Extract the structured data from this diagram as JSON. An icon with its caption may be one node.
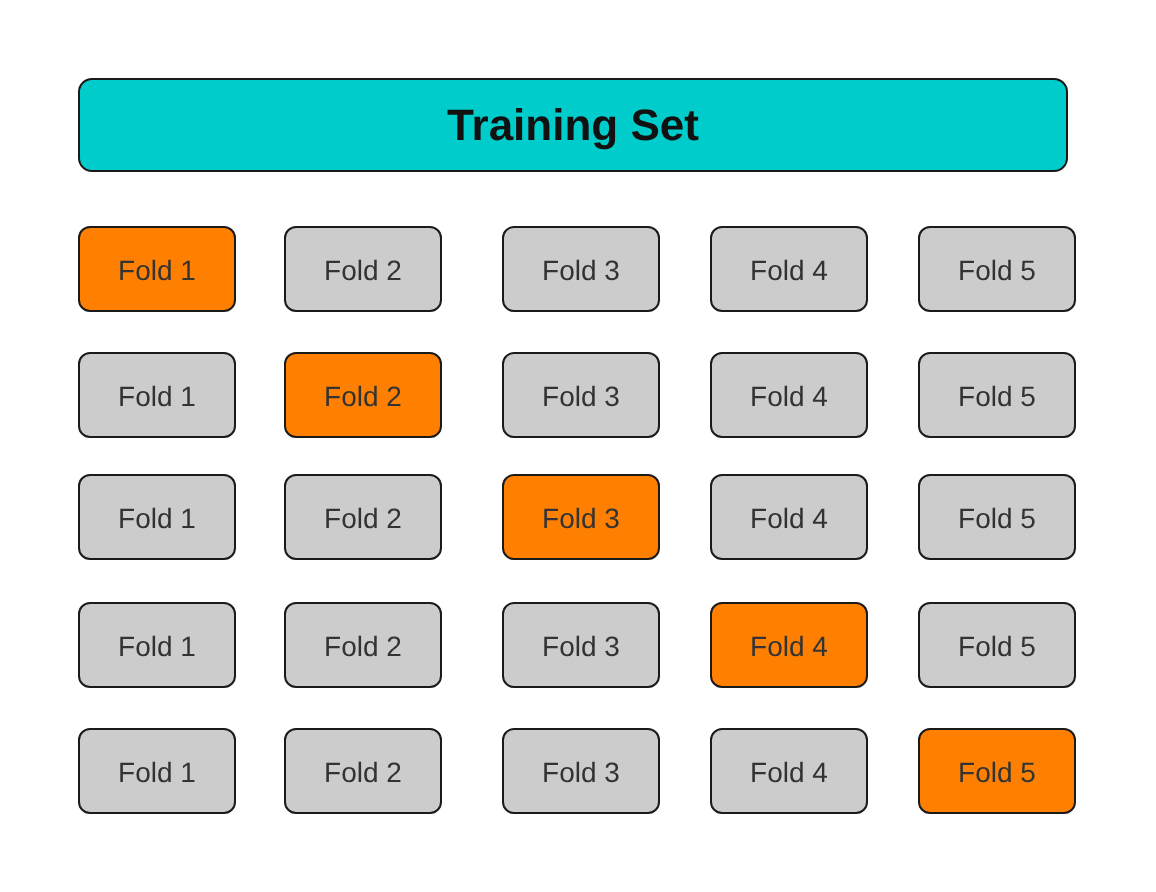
{
  "diagram": {
    "nodes": [
      {
        "text": [
          "Training Set"
        ]
      },
      {
        "text": [
          "Fold 1"
        ]
      },
      {
        "text": [
          "Fold 2"
        ]
      },
      {
        "text": [
          "Fold 3"
        ]
      },
      {
        "text": [
          "Fold 4"
        ]
      },
      {
        "text": [
          "Fold 5"
        ]
      },
      {
        "text": [
          "Fold 1"
        ]
      },
      {
        "text": [
          "Fold 2"
        ]
      },
      {
        "text": [
          "Fold 3"
        ]
      },
      {
        "text": [
          "Fold 4"
        ]
      },
      {
        "text": [
          "Fold 5"
        ]
      },
      {
        "text": [
          "Fold 1"
        ]
      },
      {
        "text": [
          "Fold 2"
        ]
      },
      {
        "text": [
          "Fold 3"
        ]
      },
      {
        "text": [
          "Fold 4"
        ]
      },
      {
        "text": [
          "Fold 5"
        ]
      },
      {
        "text": [
          "Fold 1"
        ]
      },
      {
        "text": [
          "Fold 2"
        ]
      },
      {
        "text": [
          "Fold 3"
        ]
      },
      {
        "text": [
          "Fold 4"
        ]
      },
      {
        "text": [
          "Fold 5"
        ]
      },
      {
        "text": [
          "Fold 1"
        ]
      },
      {
        "text": [
          "Fold 2"
        ]
      },
      {
        "text": [
          "Fold 3"
        ]
      },
      {
        "text": [
          "Fold 4"
        ]
      },
      {
        "text": [
          "Fold 5"
        ]
      }
    ],
    "edges": []
  }
}
